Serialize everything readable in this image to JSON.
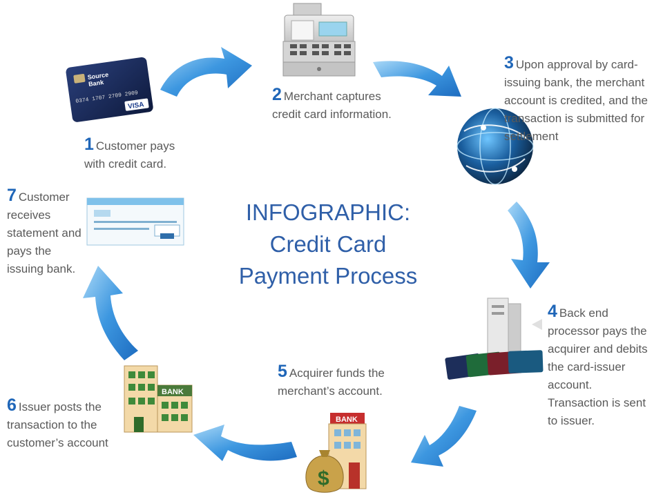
{
  "title": {
    "line1": "INFOGRAPHIC:",
    "line2": "Credit Card",
    "line3": "Payment Process"
  },
  "steps": [
    {
      "num": "1",
      "text": "Customer pays with credit card."
    },
    {
      "num": "2",
      "text": "Merchant captures credit card information."
    },
    {
      "num": "3",
      "text": "Upon approval by card-issuing bank, the merchant account is credited, and the transaction is submitted for settlement"
    },
    {
      "num": "4",
      "text": "Back end processor pays the acquirer and debits the card-issuer account. Transaction is sent to issuer."
    },
    {
      "num": "5",
      "text": "Acquirer funds the merchant’s account."
    },
    {
      "num": "6",
      "text": "Issuer posts the transaction to the customer’s account"
    },
    {
      "num": "7",
      "text": "Customer receives statement and pays the issuing bank."
    }
  ],
  "card": {
    "brand": "Source Bank",
    "number": "0374 1707 2709 2909",
    "network": "VISA"
  },
  "bank_signs": {
    "building_small": "BANK",
    "building_large": "BANK"
  },
  "colors": {
    "arrow": "#3a8fd8",
    "arrow_light": "#8cc8f2",
    "accent": "#1f66b8",
    "title": "#2f5fa8"
  }
}
